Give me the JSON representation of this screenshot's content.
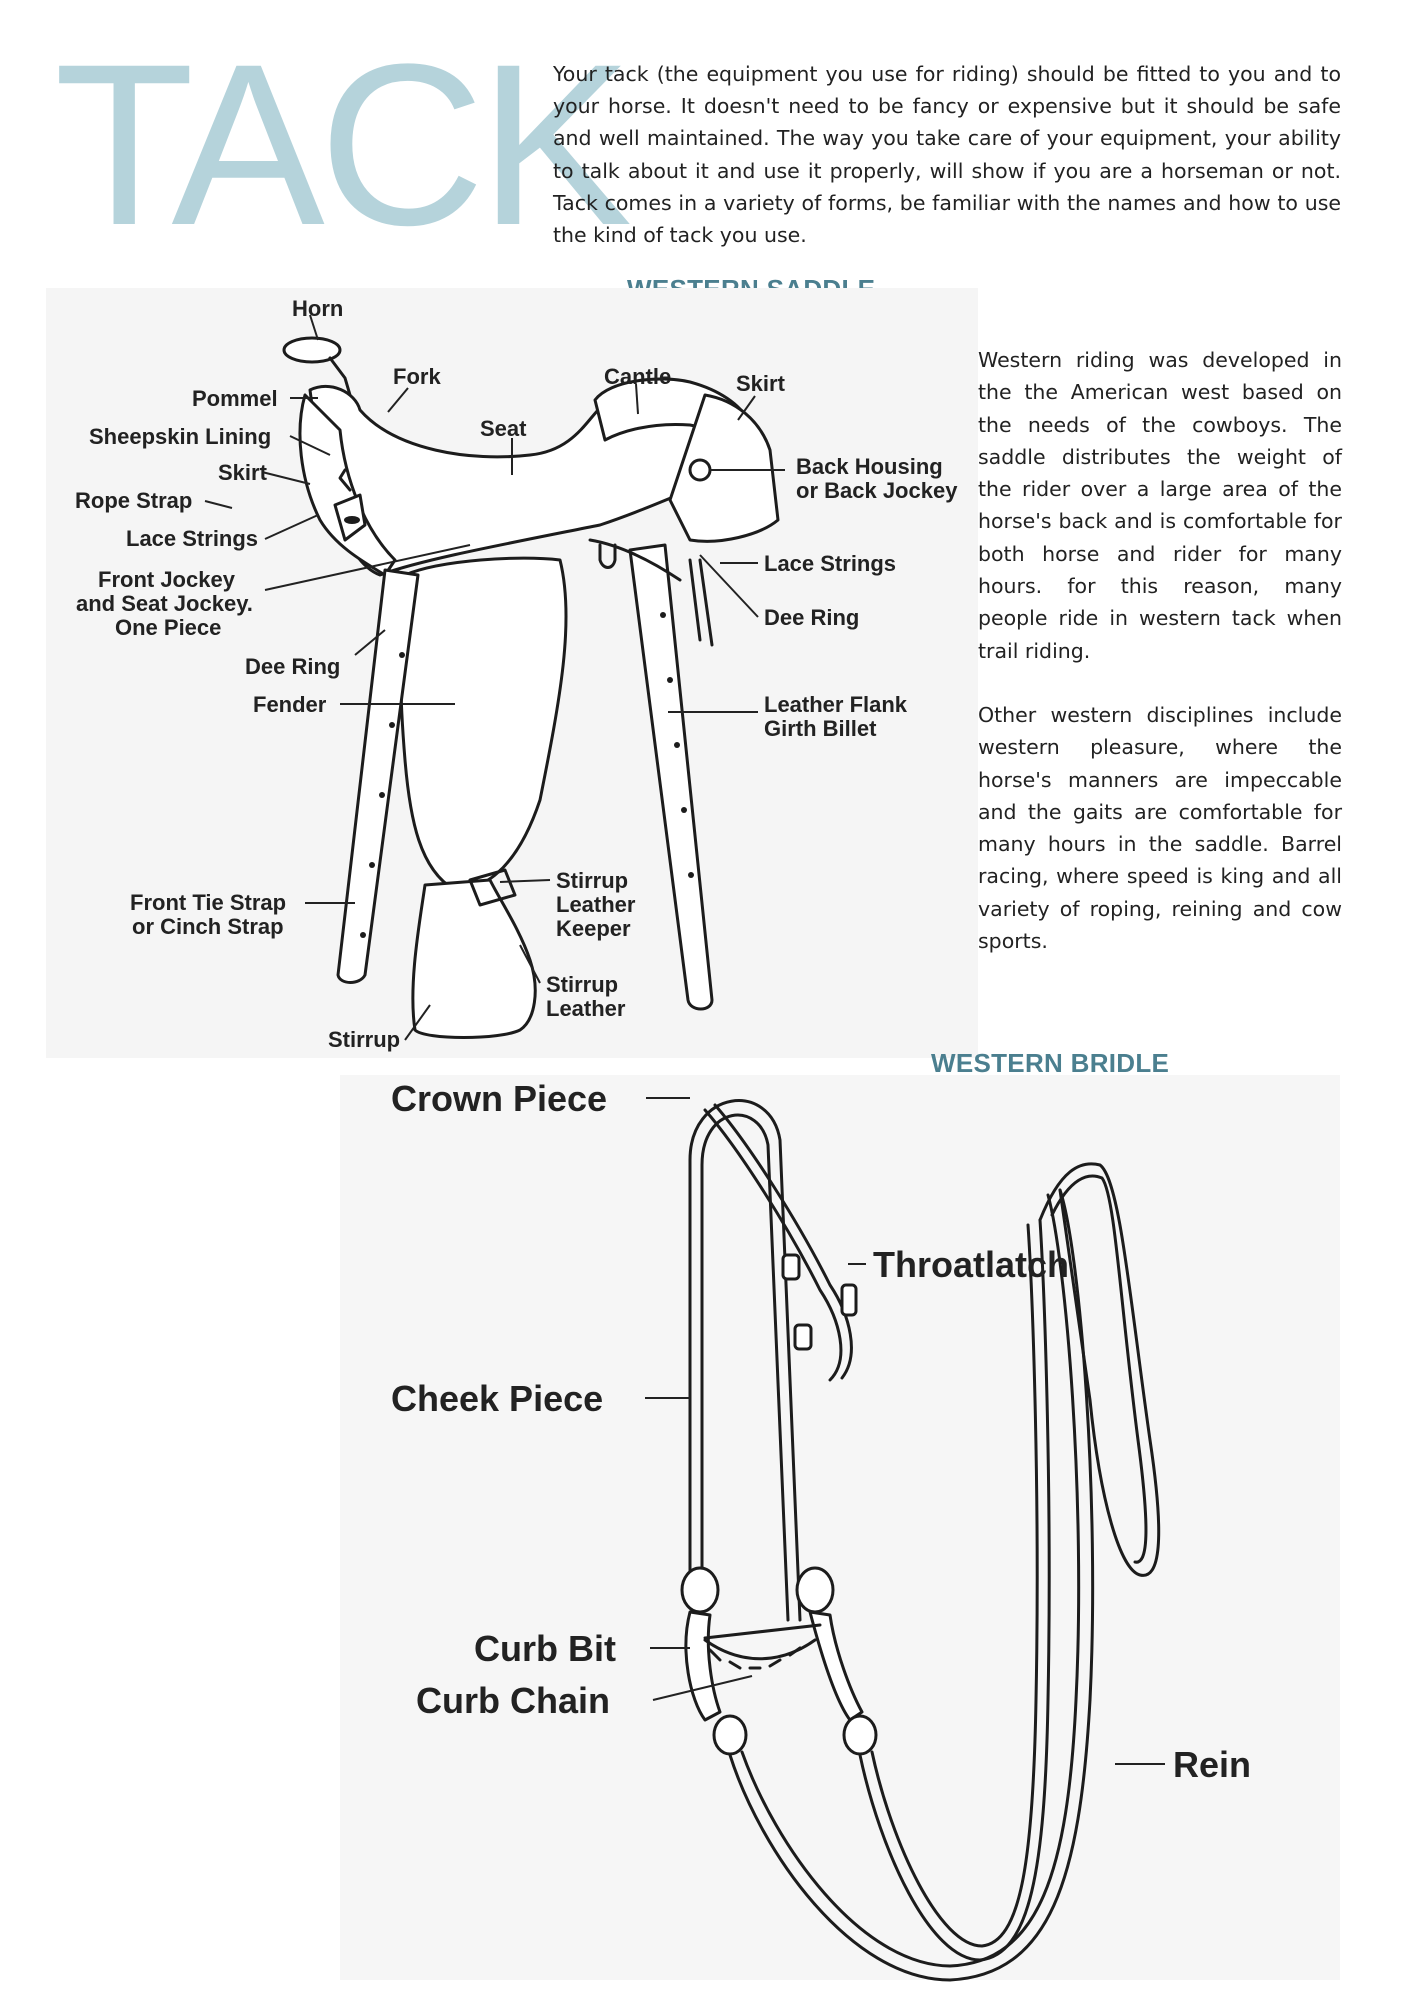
{
  "page": {
    "title": "TACK",
    "intro": "Your tack (the equipment you use for riding) should be fitted to you and to your horse. It doesn't need to be fancy or expensive but it should be safe and well maintained. The way you take care of your equipment, your ability to talk about it and use it properly, will show if you are a horseman or not. Tack comes in a variety of forms, be familiar with the names and how to use the kind of tack you use."
  },
  "saddle": {
    "heading": "WESTERN SADDLE",
    "paragraph1": "Western riding was developed in the the American west based on the needs of the cowboys. The saddle distributes the weight of the rider over a large area of the horse's back and is comfortable for both horse and rider for many hours. for this reason, many people ride in western tack when trail riding.",
    "paragraph2": "Other western disciplines include western pleasure, where the horse's manners are impeccable and the gaits are comfortable for many hours in the saddle. Barrel racing, where speed is king and all variety of  roping, reining and cow sports.",
    "labels": {
      "horn": "Horn",
      "fork": "Fork",
      "pommel": "Pommel",
      "sheepskin_lining": "Sheepskin Lining",
      "skirt_front": "Skirt",
      "rope_strap": "Rope Strap",
      "lace_strings_front": "Lace Strings",
      "front_jockey_1": "Front Jockey",
      "front_jockey_2": "and Seat Jockey.",
      "front_jockey_3": "One Piece",
      "dee_ring_front": "Dee Ring",
      "fender": "Fender",
      "front_tie_1": "Front Tie Strap",
      "front_tie_2": "or Cinch Strap",
      "stirrup": "Stirrup",
      "seat": "Seat",
      "cantle": "Cantle",
      "skirt_back": "Skirt",
      "back_housing_1": "Back Housing",
      "back_housing_2": "or Back Jockey",
      "lace_strings_back": "Lace Strings",
      "dee_ring_back": "Dee Ring",
      "flank_billet_1": "Leather Flank",
      "flank_billet_2": "Girth Billet",
      "keeper_1": "Stirrup",
      "keeper_2": "Leather",
      "keeper_3": "Keeper",
      "stirrup_leather_1": "Stirrup",
      "stirrup_leather_2": "Leather"
    }
  },
  "bridle": {
    "heading": "WESTERN BRIDLE",
    "labels": {
      "crown_piece": "Crown Piece",
      "throatlatch": "Throatlatch",
      "cheek_piece": "Cheek Piece",
      "curb_bit": "Curb Bit",
      "curb_chain": "Curb Chain",
      "rein": "Rein"
    }
  }
}
